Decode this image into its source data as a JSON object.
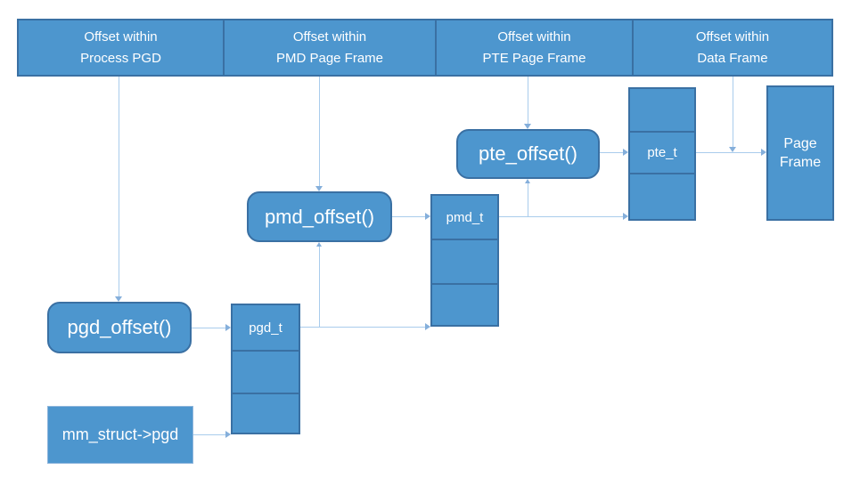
{
  "colors": {
    "box_fill": "#4D96CE",
    "box_border": "#3A70A3",
    "connector_line": "#A9CCEC",
    "arrowhead": "#85AFDB",
    "mm_struct_border": "#8FB6DC",
    "text": "#FFFFFF",
    "background": "#FFFFFF"
  },
  "header": {
    "sections": [
      {
        "line1": "Offset within",
        "line2": "Process PGD"
      },
      {
        "line1": "Offset within",
        "line2": "PMD Page Frame"
      },
      {
        "line1": "Offset within",
        "line2": "PTE Page Frame"
      },
      {
        "line1": "Offset within",
        "line2": "Data Frame"
      }
    ]
  },
  "boxes": {
    "pgd_offset": {
      "label": "pgd_offset()"
    },
    "pmd_offset": {
      "label": "pmd_offset()"
    },
    "pte_offset": {
      "label": "pte_offset()"
    },
    "mm_struct": {
      "label": "mm_struct->pgd"
    },
    "page_frame": {
      "line1": "Page",
      "line2": "Frame"
    }
  },
  "tables": {
    "pgd_t": {
      "label": "pgd_t",
      "cell_count": 3,
      "label_cell_index": 0
    },
    "pmd_t": {
      "label": "pmd_t",
      "cell_count": 3,
      "label_cell_index": 0
    },
    "pte_t": {
      "label": "pte_t",
      "cell_count": 3,
      "label_cell_index": 1
    }
  }
}
